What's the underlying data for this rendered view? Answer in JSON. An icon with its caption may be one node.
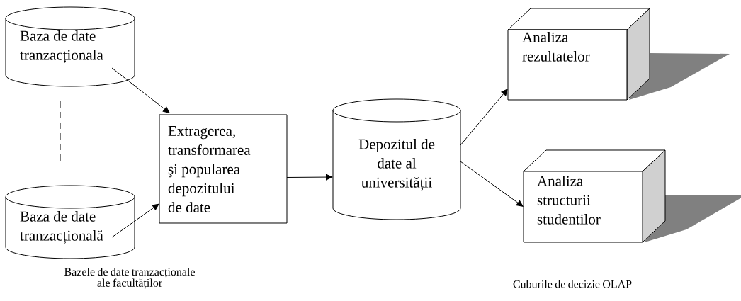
{
  "diagram": {
    "nodes": [
      {
        "text": [
          "Baza de date tranzacționala"
        ]
      },
      {
        "text": [
          "Baza de date tranzacțională"
        ]
      },
      {
        "text": [
          "Extragerea, transformarea şi popularea depozitului de date"
        ]
      },
      {
        "text": [
          "Depozitul de date al universității"
        ]
      },
      {
        "text": [
          "Analiza rezultatelor"
        ]
      },
      {
        "text": [
          "Analiza structurii studentilor"
        ]
      }
    ],
    "edges": [
      {
        "from": 0,
        "to": 2,
        "arrow": "to"
      },
      {
        "from": 1,
        "to": 2,
        "arrow": "to"
      },
      {
        "from": 2,
        "to": 3,
        "arrow": "to"
      },
      {
        "from": 3,
        "to": 4,
        "arrow": "to"
      },
      {
        "from": 3,
        "to": 5,
        "arrow": "to"
      },
      {
        "from": 0,
        "to": 1,
        "arrow": "none",
        "style": "dashed"
      }
    ],
    "labels": [
      "Bazele de date tranzacționale ale facultăților",
      "Cuburile de decizie OLAP"
    ]
  }
}
